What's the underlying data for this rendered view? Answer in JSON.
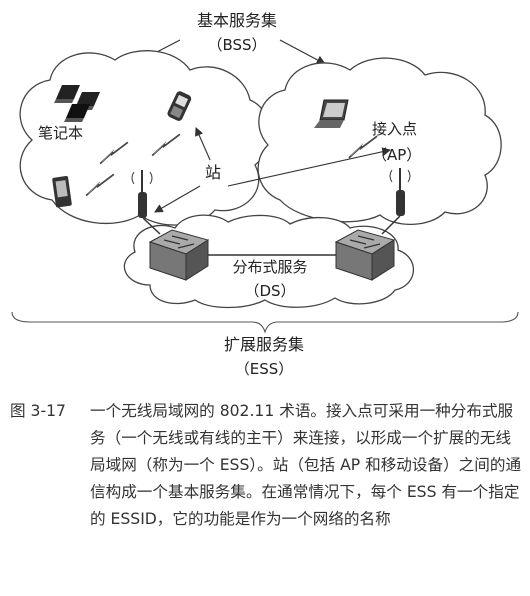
{
  "diagram": {
    "bss_title": "基本服务集",
    "bss_abbr": "（BSS）",
    "laptop_label": "笔记本",
    "station_label": "站",
    "ap_label": "接入点",
    "ap_abbr": "（AP）",
    "ds_title": "分布式服务",
    "ds_abbr": "（DS）",
    "ess_title": "扩展服务集",
    "ess_abbr": "（ESS）",
    "icons": [
      "laptop-icon",
      "phone-icon",
      "pda-icon",
      "antenna-icon",
      "switch-icon",
      "lightning-icon"
    ]
  },
  "caption": {
    "label": "图 3-17",
    "text": "一个无线局域网的 802.11 术语。接入点可采用一种分布式服务（一个无线或有线的主干）来连接，以形成一个扩展的无线局域网（称为一个 ESS）。站（包括 AP 和移动设备）之间的通信构成一个基本服务集。在通常情况下，每个 ESS 有一个指定的 ESSID，它的功能是作为一个网络的名称"
  }
}
